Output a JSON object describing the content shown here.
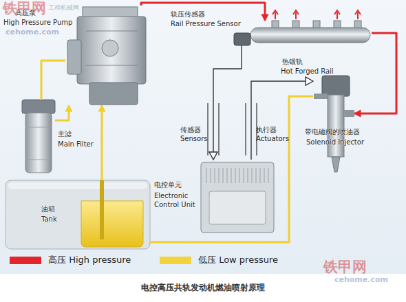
{
  "diagram": {
    "caption": "电控高压共轨发动机燃油喷射原理",
    "nodes": [
      {
        "text": [
          "高压泵",
          "High Pressure Pump"
        ]
      },
      {
        "text": [
          "热锻轨",
          "Hot Forged Rail"
        ]
      },
      {
        "text": [
          "轨压传感器",
          "Rail Pressure Sensor"
        ]
      },
      {
        "text": [
          "主滤",
          "Main Filter"
        ]
      },
      {
        "text": [
          "油箱",
          "Tank"
        ]
      },
      {
        "text": [
          "电控单元",
          "Electronic Control Unit"
        ]
      },
      {
        "text": [
          "带电磁阀的喷油器",
          "Solenoid Injector"
        ]
      }
    ],
    "edges": [
      {
        "from": 4,
        "to": 0,
        "arrow": "to"
      },
      {
        "from": 0,
        "to": 3,
        "arrow": "none"
      },
      {
        "from": 3,
        "to": 0,
        "arrow": "to"
      },
      {
        "from": 0,
        "to": 1,
        "arrow": "to"
      },
      {
        "from": 1,
        "to": 6,
        "arrow": "to"
      },
      {
        "from": 6,
        "to": 4,
        "arrow": "none"
      },
      {
        "from": 2,
        "to": 5,
        "arrow": "to",
        "label": "传感器 Sensors"
      },
      {
        "from": 5,
        "to": 6,
        "arrow": "to",
        "label": "执行器 Actuators"
      }
    ],
    "labels": [
      "铁甲网",
      "工程机械网",
      "cehome.com",
      "铁甲网",
      "cehome.com"
    ],
    "legend": [
      {
        "text": "高压 High pressure",
        "color": "#e3262b"
      },
      {
        "text": "低压 Low pressure",
        "color": "#f2d33b"
      }
    ]
  }
}
